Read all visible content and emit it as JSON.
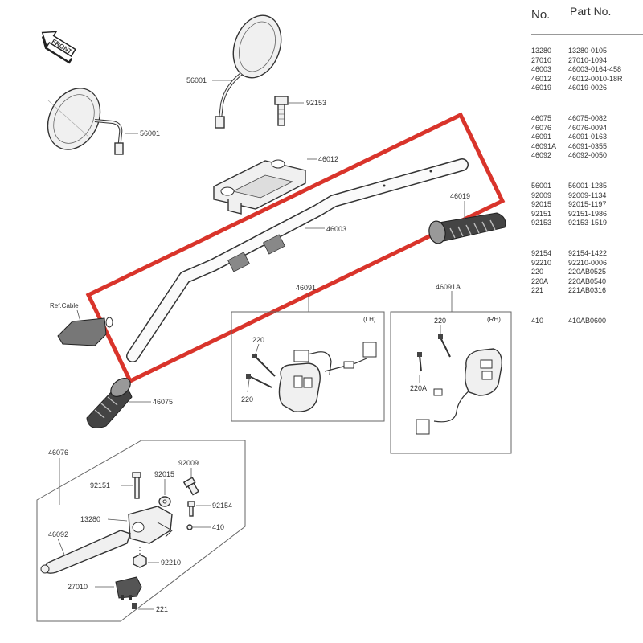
{
  "direction_label": "FRONT",
  "table": {
    "header_no": "No.",
    "header_part": "Part No.",
    "groups": [
      [
        [
          "13280",
          "13280-0105"
        ],
        [
          "27010",
          "27010-1094"
        ],
        [
          "46003",
          "46003-0164-458"
        ],
        [
          "46012",
          "46012-0010-18R"
        ],
        [
          "46019",
          "46019-0026"
        ]
      ],
      [
        [
          "46075",
          "46075-0082"
        ],
        [
          "46076",
          "46076-0094"
        ],
        [
          "46091",
          "46091-0163"
        ],
        [
          "46091A",
          "46091-0355"
        ],
        [
          "46092",
          "46092-0050"
        ]
      ],
      [
        [
          "56001",
          "56001-1285"
        ],
        [
          "92009",
          "92009-1134"
        ],
        [
          "92015",
          "92015-1197"
        ],
        [
          "92151",
          "92151-1986"
        ],
        [
          "92153",
          "92153-1519"
        ]
      ],
      [
        [
          "92154",
          "92154-1422"
        ],
        [
          "92210",
          "92210-0006"
        ],
        [
          "220",
          "220AB0525"
        ],
        [
          "220A",
          "220AB0540"
        ],
        [
          "221",
          "221AB0316"
        ]
      ],
      [
        [
          "410",
          "410AB0600"
        ]
      ]
    ]
  },
  "labels": {
    "mirror_left": "56001",
    "mirror_upper": "56001",
    "bolt_top": "92153",
    "clamp": "46012",
    "handlebar": "46003",
    "grip_right": "46019",
    "ref_cable": "Ref.Cable",
    "grip_left": "46075",
    "switch_lh": "46091",
    "switch_rh": "46091A",
    "lh_tag": "(LH)",
    "rh_tag": "(RH)",
    "lh_screw_a": "220",
    "lh_screw_b": "220",
    "rh_screw_a": "220",
    "rh_screw_b": "220A",
    "lever_assy": "46076",
    "p92009": "92009",
    "p92015": "92015",
    "p92151": "92151",
    "p92154": "92154",
    "p13280": "13280",
    "p410": "410",
    "p46092": "46092",
    "p92210": "92210",
    "p27010": "27010",
    "p221": "221"
  },
  "highlight_color": "#d9342b"
}
